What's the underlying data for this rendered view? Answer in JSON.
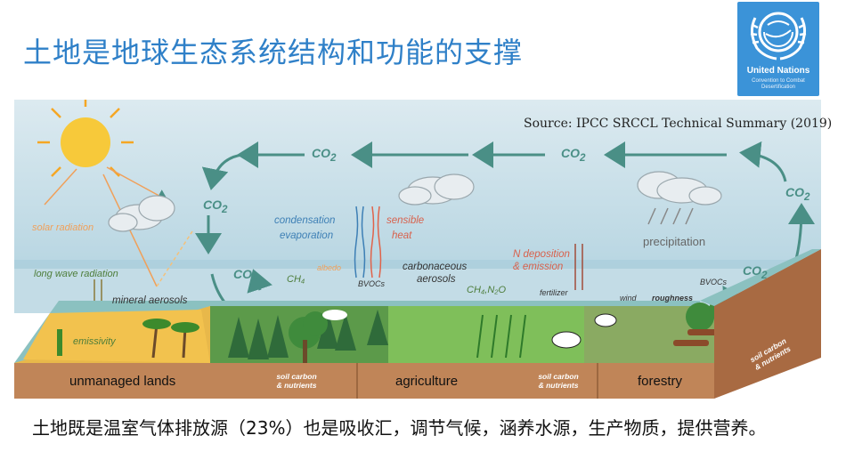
{
  "page": {
    "title": "土地是地球生态系统结构和功能的支撑",
    "caption": "土地既是温室气体排放源（23%）也是吸收汇，调节气候，涵养水源，生产物质，提供营养。"
  },
  "logo": {
    "name": "United Nations",
    "subtitle": "Convention to Combat Desertification"
  },
  "diagram": {
    "source": "Source: IPCC SRCCL Technical Summary (2019)",
    "co2_label": "CO",
    "co2_subscript": "2",
    "labels": {
      "solar_radiation": "solar radiation",
      "long_wave_radiation": "long wave radiation",
      "emissivity": "emissivity",
      "mineral_aerosols": "mineral aerosols",
      "condensation": "condensation",
      "evaporation": "evaporation",
      "sensible": "sensible",
      "heat": "heat",
      "ch4": "CH₄",
      "albedo": "albedo",
      "bvocs": "BVOCs",
      "carbonaceous": "carbonaceous",
      "aerosols": "aerosols",
      "ch4_n2o": "CH₄,N₂O",
      "n_deposition": "N deposition",
      "emission": "& emission",
      "fertilizer": "fertilizer",
      "precipitation": "precipitation",
      "wind": "wind",
      "roughness": "roughness",
      "bvocs_2": "BVOCs"
    },
    "bands": {
      "unmanaged": "unmanaged lands",
      "agriculture": "agriculture",
      "forestry": "forestry"
    },
    "soil_label_1": "soil carbon",
    "soil_label_2": "& nutrients",
    "colors": {
      "sky": "#c9e0ea",
      "co2_arrow": "#4a8f86",
      "soil_band": "#c08558",
      "title": "#2f80c8",
      "logo_bg": "#3b93d8"
    }
  }
}
